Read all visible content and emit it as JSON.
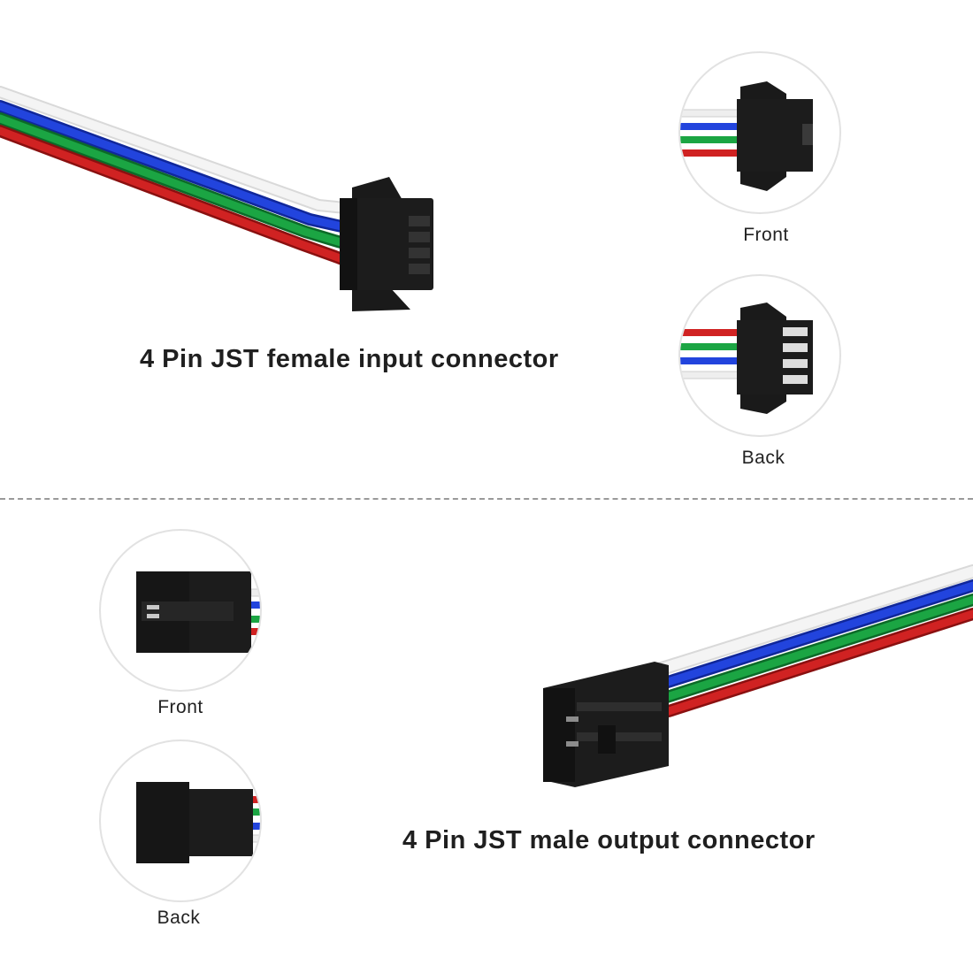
{
  "female": {
    "caption": "4 Pin JST female input connector",
    "front_label": "Front",
    "back_label": "Back"
  },
  "male": {
    "caption": "4 Pin JST male output connector",
    "front_label": "Front",
    "back_label": "Back"
  },
  "colors": {
    "white_wire": "#f2f2f2",
    "blue_wire": "#1c3fd1",
    "green_wire": "#19a03c",
    "red_wire": "#c81e1e",
    "connector": "#1a1a1a",
    "divider": "#9a9a9a"
  },
  "wire_order": [
    "white",
    "blue",
    "green",
    "red"
  ]
}
